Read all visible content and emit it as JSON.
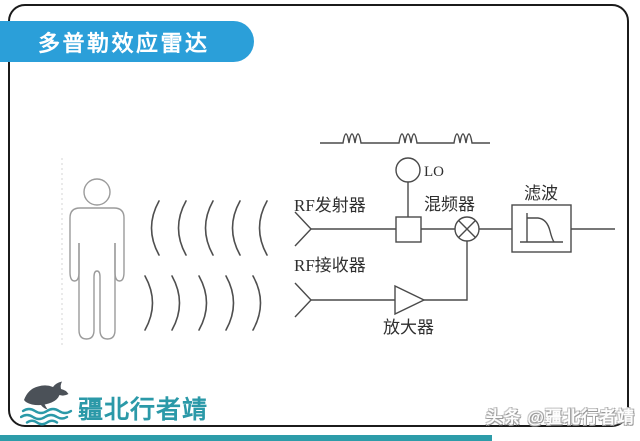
{
  "banner": {
    "title": "多普勒效应雷达",
    "bg_color": "#2B9FD9",
    "text_color": "#FFFFFF"
  },
  "frame": {
    "border_color": "#1B1B1B",
    "bottom_strip_color": "#2D9CA9",
    "background_color": "#FFFFFF"
  },
  "diagram": {
    "line_color": "#4A4A4A",
    "person_color": "#9B9B9B",
    "labels": {
      "lo": "LO",
      "rf_transmitter": "RF发射器",
      "rf_receiver": "RF接收器",
      "mixer": "混频器",
      "filter": "滤波",
      "amplifier": "放大器"
    }
  },
  "footer": {
    "logo_text": "疆北行者靖",
    "logo_color": "#2B99A8",
    "whale_icon": "whale-icon"
  },
  "watermark": {
    "text": "头条 @疆北行者靖"
  }
}
